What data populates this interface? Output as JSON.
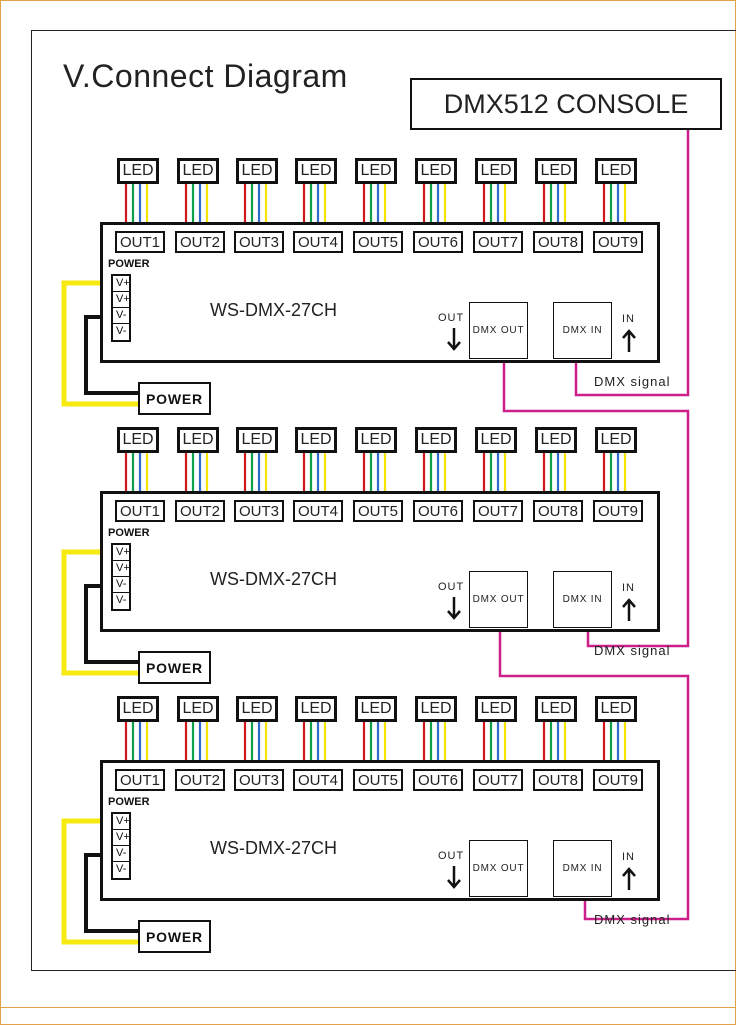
{
  "title": "V.Connect Diagram",
  "console_label": "DMX512 CONSOLE",
  "colors": {
    "led_red": "#d0181c",
    "led_green": "#11a04a",
    "led_blue": "#2f6bc9",
    "led_yellow": "#f5e400",
    "power_yellow": "#f7ea10",
    "power_black": "#111111",
    "signal_magenta": "#cc1f8a"
  },
  "controllers": [
    {
      "model": "WS-DMX-27CH",
      "power_label": "POWER",
      "terminals": [
        "V+",
        "V+",
        "V-",
        "V-"
      ],
      "outputs": [
        "OUT1",
        "OUT2",
        "OUT3",
        "OUT4",
        "OUT5",
        "OUT6",
        "OUT7",
        "OUT8",
        "OUT9"
      ],
      "led_labels": [
        "LED",
        "LED",
        "LED",
        "LED",
        "LED",
        "LED",
        "LED",
        "LED",
        "LED"
      ],
      "dmx_out_label": "DMX OUT",
      "dmx_in_label": "DMX IN",
      "out_arrow_label": "OUT",
      "in_arrow_label": "IN",
      "power_supply_label": "POWER",
      "signal_label": "DMX  signal"
    },
    {
      "model": "WS-DMX-27CH",
      "power_label": "POWER",
      "terminals": [
        "V+",
        "V+",
        "V-",
        "V-"
      ],
      "outputs": [
        "OUT1",
        "OUT2",
        "OUT3",
        "OUT4",
        "OUT5",
        "OUT6",
        "OUT7",
        "OUT8",
        "OUT9"
      ],
      "led_labels": [
        "LED",
        "LED",
        "LED",
        "LED",
        "LED",
        "LED",
        "LED",
        "LED",
        "LED"
      ],
      "dmx_out_label": "DMX OUT",
      "dmx_in_label": "DMX IN",
      "out_arrow_label": "OUT",
      "in_arrow_label": "IN",
      "power_supply_label": "POWER",
      "signal_label": "DMX  signal"
    },
    {
      "model": "WS-DMX-27CH",
      "power_label": "POWER",
      "terminals": [
        "V+",
        "V+",
        "V-",
        "V-"
      ],
      "outputs": [
        "OUT1",
        "OUT2",
        "OUT3",
        "OUT4",
        "OUT5",
        "OUT6",
        "OUT7",
        "OUT8",
        "OUT9"
      ],
      "led_labels": [
        "LED",
        "LED",
        "LED",
        "LED",
        "LED",
        "LED",
        "LED",
        "LED",
        "LED"
      ],
      "dmx_out_label": "DMX OUT",
      "dmx_in_label": "DMX IN",
      "out_arrow_label": "OUT",
      "in_arrow_label": "IN",
      "power_supply_label": "POWER",
      "signal_label": "DMX  signal"
    }
  ]
}
